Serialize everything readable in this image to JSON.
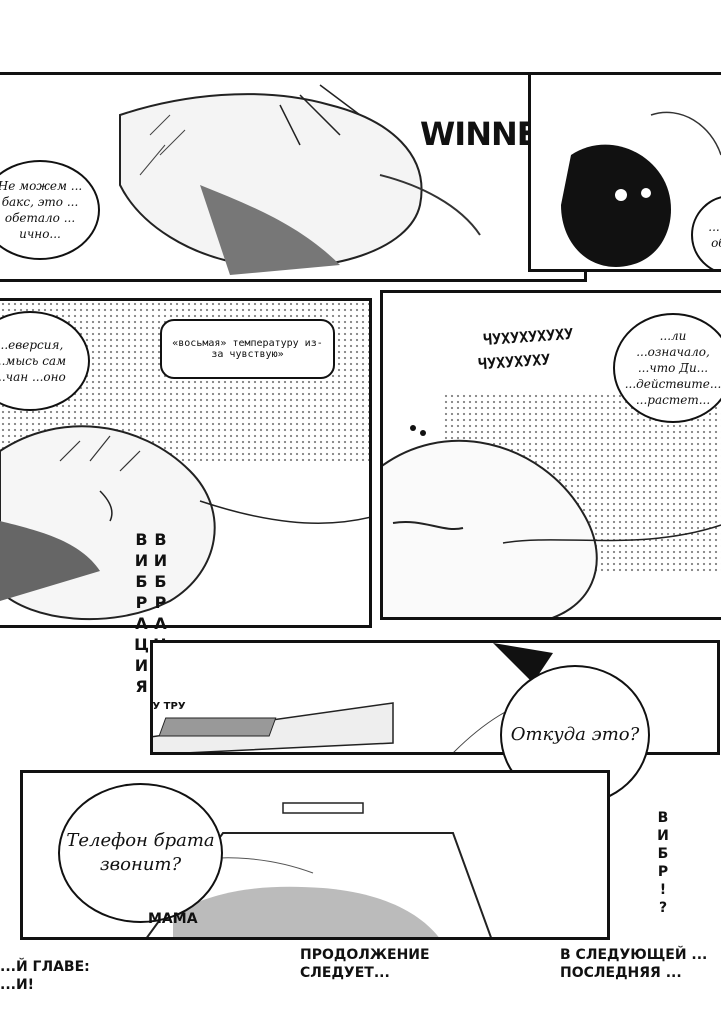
{
  "panels": {
    "p1": {
      "bubble_left": "Не можем ... бакс, это ... обетало ... ично...",
      "sfx_winner": "WINNER"
    },
    "p2": {
      "bubble": "... ор ... обсто"
    },
    "p3": {
      "bubble_left": "...еверсия, ...мысь сам ...чан ...оно",
      "rect_bubble": "«восьмая» температуру из-за чувствую»"
    },
    "p4": {
      "sfx_top": "ЧУХУХУХУХУ",
      "sfx_bottom": "ЧУХУХУХУ",
      "bubble_right": "...ли ...означало, ...что Ди... ...действите... ...растет..."
    },
    "p5": {
      "sfx_vertical": "ВИБРАЦИЯ ВИБРАЦИЯ",
      "phone_sfx": "ТРУ ТРУ ТРУ"
    },
    "p6": {
      "bubble": "Откуда это?"
    },
    "p7": {
      "bubble": "Телефон брата звонит?",
      "screen_label": "МАМА",
      "sfx_right": "ВИБР!?"
    }
  },
  "footer": {
    "left": "...Й ГЛАВЕ: ...И!",
    "center": "ПРОДОЛЖЕНИЕ СЛЕДУЕТ...",
    "right": "В СЛЕДУЮЩЕЙ ... ПОСЛЕДНЯЯ ..."
  }
}
